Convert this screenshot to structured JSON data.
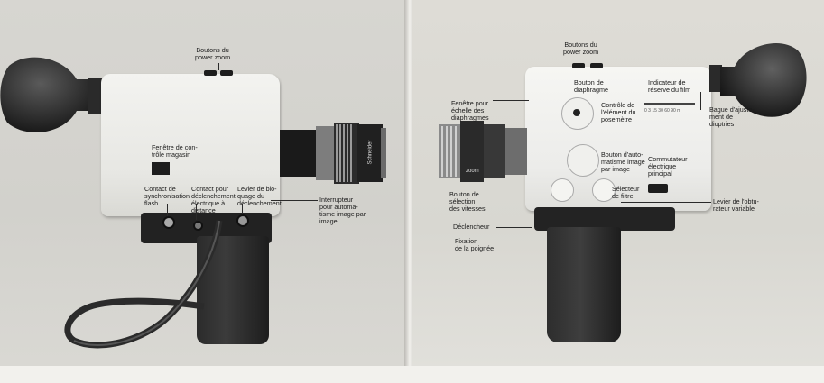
{
  "left_page": {
    "labels": {
      "zoom_buttons": "Boutons du\npower zoom",
      "magazine_window": "Fenêtre de con-\ntrôle magasin",
      "flash_sync": "Contact de\nsynchronisation\nflash",
      "remote_release": "Contact pour\ndéclenchement\nélectrique à\ndistance",
      "release_lock": "Levier de blo-\nquage du\ndéclenchement",
      "frame_switch": "Interrupteur\npour automa-\ntisme image par\nimage"
    },
    "lens_text": "Schneider"
  },
  "right_page": {
    "labels": {
      "zoom_buttons": "Boutons du\npower zoom",
      "aperture_window": "Fenêtre pour\néchelle des\ndiaphragmes",
      "aperture_button": "Bouton de\ndiaphragme",
      "meter_check": "Contrôle de\nl'élément du\nposemètre",
      "film_reserve": "Indicateur de\nréserve du film",
      "diopter_ring": "Bague d'ajuste-\nment de\ndioptries",
      "frame_button": "Bouton d'auto-\nmatisme image\npar image",
      "main_switch": "Commutateur\nélectrique\nprincipal",
      "speed_selector": "Bouton de\nsélection\ndes vitesses",
      "filter_selector": "Sélecteur\nde filtre",
      "shutter_lever": "Levier de l'obtu-\nrateur variable",
      "release": "Déclencheur",
      "grip_mount": "Fixation\nde la poignée"
    },
    "scale_numbers": "0  3  15  30  60  90  m",
    "lens_text": "zoom"
  }
}
